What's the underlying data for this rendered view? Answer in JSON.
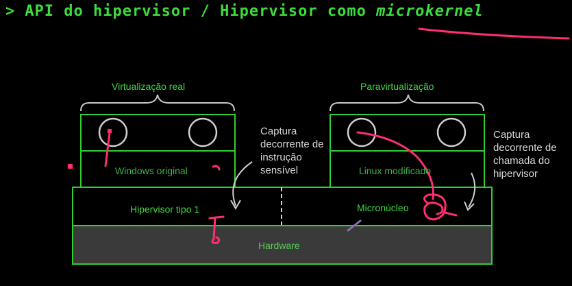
{
  "header": {
    "prompt": ">",
    "title_prefix": "API do hipervisor / Hipervisor como",
    "title_emphasis": "microkernel"
  },
  "diagram": {
    "left_group": {
      "label": "Virtualização real",
      "guest_os": "Windows original",
      "hypervisor": "Hipervisor tipo 1"
    },
    "right_group": {
      "label": "Paravirtualização",
      "guest_os": "Linux modificado",
      "hypervisor": "Micronúcleo"
    },
    "hardware": "Hardware",
    "left_annotation": "Captura decorrente de instrução sensível",
    "right_annotation": "Captura decorrente de chamada do hipervisor"
  },
  "colors": {
    "accent_green": "#3ddc3d",
    "box_outline": "#2fd02f",
    "hardware_fill": "#3a3a3a",
    "pen_ink": "#ff2f6e",
    "annotation_text": "#d8d8d8"
  }
}
